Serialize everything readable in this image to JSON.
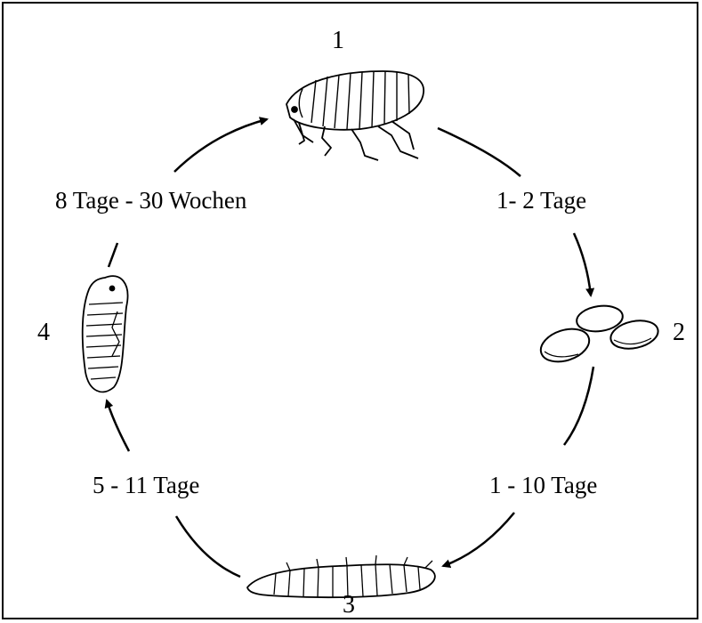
{
  "stages": [
    {
      "number": "1",
      "icon": "adult-flea-icon"
    },
    {
      "number": "2",
      "icon": "flea-eggs-icon"
    },
    {
      "number": "3",
      "icon": "flea-larva-icon"
    },
    {
      "number": "4",
      "icon": "flea-pupa-icon"
    }
  ],
  "durations": {
    "adult_to_eggs": "1- 2 Tage",
    "eggs_to_larva": "1 - 10 Tage",
    "larva_to_pupa": "5 - 11 Tage",
    "pupa_to_adult": "8 Tage - 30 Wochen"
  },
  "colors": {
    "line": "#000000",
    "background": "#ffffff"
  }
}
